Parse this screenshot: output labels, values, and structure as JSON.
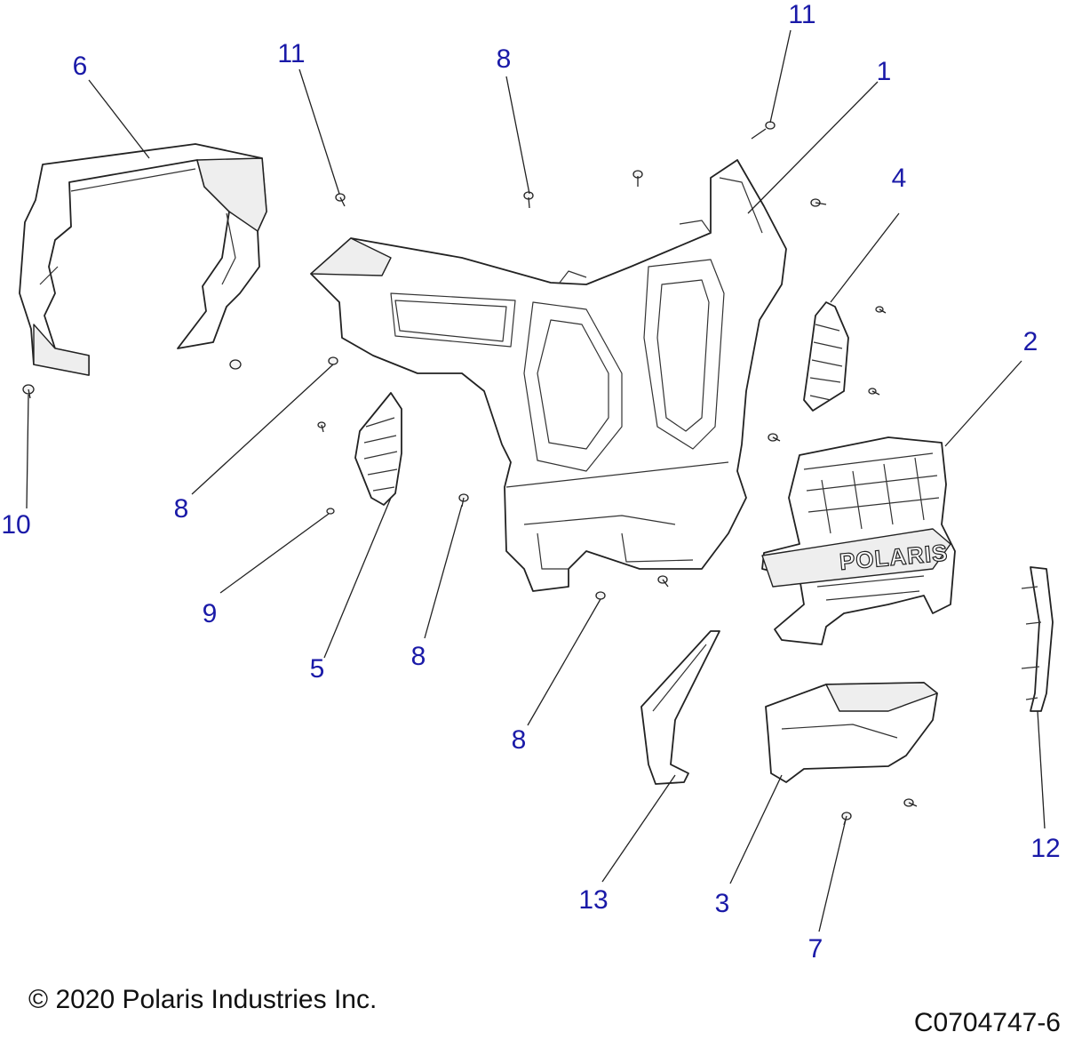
{
  "diagram": {
    "callouts": [
      {
        "id": "c1",
        "label": "1"
      },
      {
        "id": "c2",
        "label": "2"
      },
      {
        "id": "c3",
        "label": "3"
      },
      {
        "id": "c4",
        "label": "4"
      },
      {
        "id": "c5",
        "label": "5"
      },
      {
        "id": "c6",
        "label": "6"
      },
      {
        "id": "c7",
        "label": "7"
      },
      {
        "id": "c8a",
        "label": "8"
      },
      {
        "id": "c8b",
        "label": "8"
      },
      {
        "id": "c8c",
        "label": "8"
      },
      {
        "id": "c8d",
        "label": "8"
      },
      {
        "id": "c9",
        "label": "9"
      },
      {
        "id": "c10",
        "label": "10"
      },
      {
        "id": "c11a",
        "label": "11"
      },
      {
        "id": "c11b",
        "label": "11"
      },
      {
        "id": "c12",
        "label": "12"
      },
      {
        "id": "c13",
        "label": "13"
      }
    ],
    "grille_logo": "POLARIS",
    "colors": {
      "callout": "#1a1aa8",
      "line": "#222222"
    }
  },
  "footer": {
    "copyright": "© 2020 Polaris Industries Inc.",
    "drawing_number": "C0704747-6"
  }
}
